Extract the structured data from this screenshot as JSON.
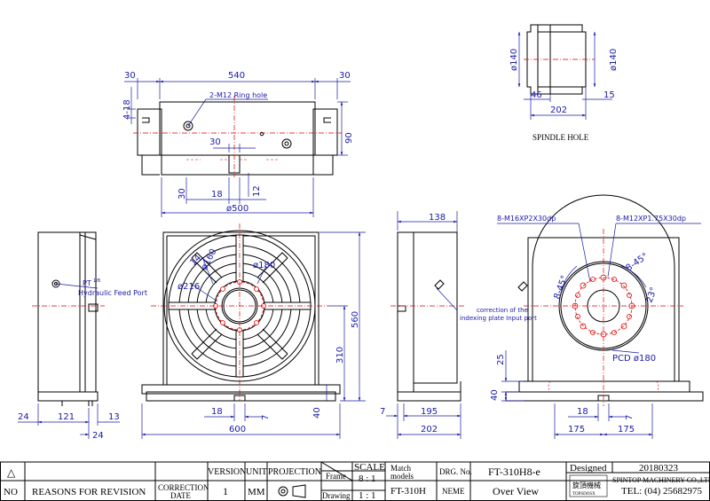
{
  "colors": {
    "outline": "#000000",
    "dimension": "#1a1aa8",
    "centerline": "#e00000",
    "hidden": "#e00000"
  },
  "top_view": {
    "dims": {
      "left_flange": "30",
      "width": "540",
      "right_flange": "30",
      "side_slot": "4-18",
      "slot_width": "30",
      "slot_depth": "30",
      "slot_center": "18",
      "slot_small": "12",
      "height": "90",
      "base": "ø500"
    },
    "ring_hole_label": "2-M12  Ring hole"
  },
  "spindle_hole": {
    "title": "SPINDLE HOLE",
    "dims": {
      "left_dia": "ø140",
      "right_dia": "ø140",
      "left_step": "46",
      "right_step": "15",
      "length": "202"
    }
  },
  "side_view": {
    "port_label_1": "PT",
    "port_label_1_sup": "1/8",
    "port_label_2": "Hydraulic Feed Port",
    "dims": {
      "a": "24",
      "b": "121",
      "c": "13",
      "d": "24"
    }
  },
  "front_view": {
    "dims": {
      "d160": "ø160",
      "d180": "ø180",
      "d216": "ø216",
      "d14": "14",
      "h560": "560",
      "h310": "310",
      "key18": "18",
      "key7": "7",
      "base40": "40",
      "w600": "600"
    }
  },
  "rear_view": {
    "port_label_1": "correction of the",
    "port_label_2": "indexing plate Input port",
    "hole_label_1": "8-M16XP2X30dp",
    "hole_label_2": "8-M12XP1.75X30dp",
    "angle_1": "8-45°",
    "angle_2": "8-45°",
    "angle_3": "23°",
    "pcd": "PCD ø180",
    "dims": {
      "top": "138",
      "h25": "25",
      "h40": "40",
      "key18": "18",
      "key7": "7",
      "w7": "7",
      "w195": "195",
      "w202": "202",
      "w175a": "175",
      "w175b": "175"
    }
  },
  "title_block": {
    "triangle_glyph": "△",
    "no_label": "NO",
    "reasons_label": "REASONS FOR REVISION",
    "correction_label": "CORRECTION",
    "date_label": "DATE",
    "version_label": "VERSION",
    "version_value": "1",
    "unit_label": "UNIT",
    "unit_value": "MM",
    "projection_label": "PROJECTION",
    "frame_label": "Frame",
    "drawing_label": "Drawing",
    "scale_label": "SCALE",
    "scale_frame": "8 : 1",
    "scale_drawing": "1 : 1",
    "match_models_label": "Match\nmodels",
    "match_models_value": "FT-310H",
    "drg_no_label": "DRG. No.",
    "drg_no_value": "FT-310H8-e",
    "name_label": "NEME",
    "name_value": "Over View",
    "designed_label": "Designed",
    "date_value": "20180323",
    "company": "SPINTOP MACHINERY CO.,LTD.",
    "tel": "TEL: (04) 25682975",
    "logo_cn": "旋頂機械",
    "logo_en": "TOPSDOSX"
  }
}
